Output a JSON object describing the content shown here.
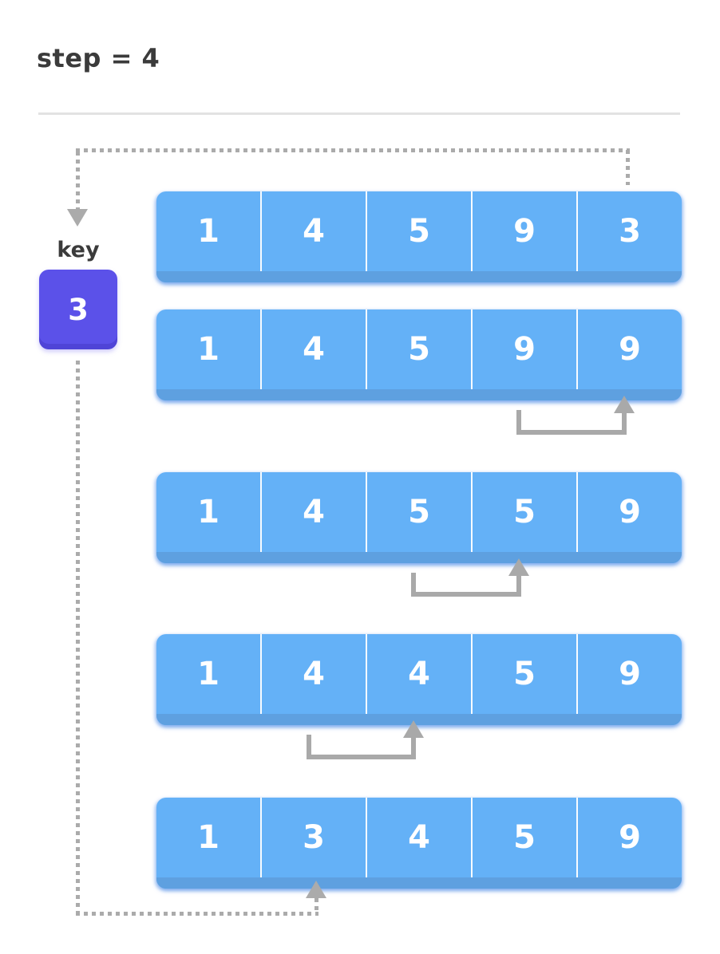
{
  "title": "step = 4",
  "key": {
    "label": "key",
    "value": "3"
  },
  "arrays": [
    {
      "values": [
        "1",
        "4",
        "5",
        "9",
        "3"
      ]
    },
    {
      "values": [
        "1",
        "4",
        "5",
        "9",
        "9"
      ],
      "swap": {
        "from_index": 3,
        "to_index": 4
      }
    },
    {
      "values": [
        "1",
        "4",
        "5",
        "5",
        "9"
      ],
      "swap": {
        "from_index": 2,
        "to_index": 3
      }
    },
    {
      "values": [
        "1",
        "4",
        "4",
        "5",
        "9"
      ],
      "swap": {
        "from_index": 1,
        "to_index": 2
      }
    },
    {
      "values": [
        "1",
        "3",
        "4",
        "5",
        "9"
      ],
      "insert_index": 1
    }
  ],
  "colors": {
    "array_blue": "#64B1F7",
    "array_shadow_blue": "#5EA0E0",
    "key_purple": "#5B51E9",
    "arrow_gray": "#ABABAB",
    "bracket_gray": "#A9A9A9",
    "text_dark": "#3B3B3B",
    "divider_line": "#E2E2E2",
    "cell_text": "#FFFFFF"
  }
}
